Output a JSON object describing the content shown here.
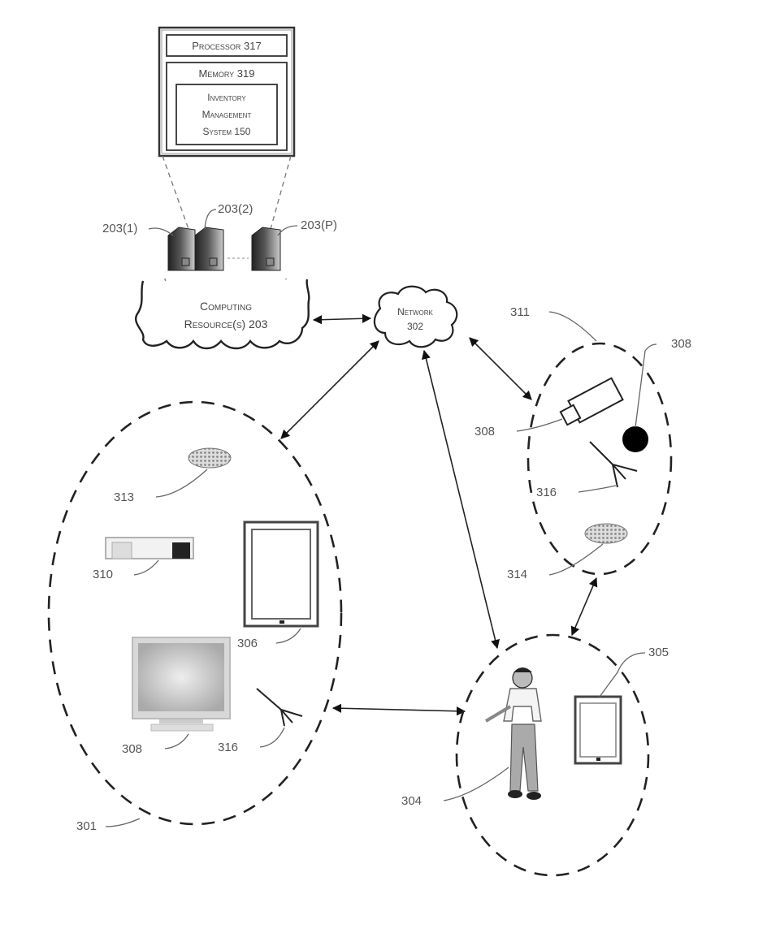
{
  "figure": {
    "processor_box": {
      "processor": "Processor 317",
      "memory": "Memory 319",
      "ims_line1": "Inventory",
      "ims_line2": "Management",
      "ims_line3": "System 150"
    },
    "servers": {
      "labels": [
        "203(1)",
        "203(2)",
        "203(P)"
      ]
    },
    "computing_cloud": {
      "line1": "Computing",
      "line2": "Resource(s) 203"
    },
    "network_cloud": {
      "line1": "Network",
      "line2": "302"
    },
    "zone_301": {
      "label": "301",
      "devices": {
        "sensor_313": "313",
        "scanner_310": "310",
        "tablet_306": "306",
        "display_308": "308",
        "antenna_316": "316"
      }
    },
    "zone_311": {
      "label": "311",
      "devices": {
        "camera_308": "308",
        "sensor_dot_308": "308",
        "antenna_316": "316",
        "sensor_314": "314"
      }
    },
    "zone_user": {
      "user_304": "304",
      "tablet_305": "305"
    }
  }
}
